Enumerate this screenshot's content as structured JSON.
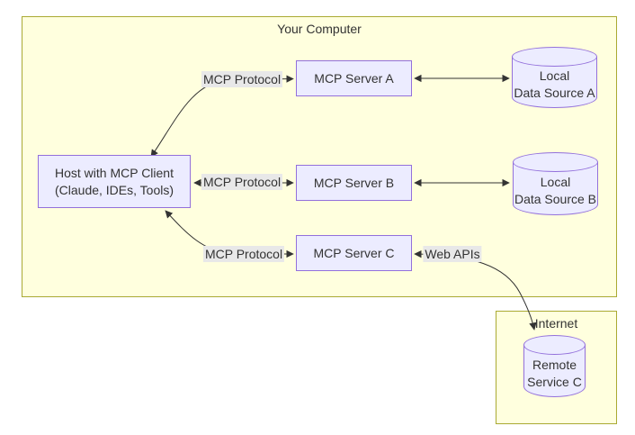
{
  "diagram": {
    "type": "flowchart",
    "clusters": {
      "your_computer": {
        "title": "Your Computer"
      },
      "internet": {
        "title": "Internet"
      }
    },
    "nodes": {
      "host": {
        "line1": "Host with MCP Client",
        "line2": "(Claude, IDEs, Tools)"
      },
      "server_a": {
        "label": "MCP Server A"
      },
      "server_b": {
        "label": "MCP Server B"
      },
      "server_c": {
        "label": "MCP Server C"
      },
      "data_source_a": {
        "line1": "Local",
        "line2": "Data Source A"
      },
      "data_source_b": {
        "line1": "Local",
        "line2": "Data Source B"
      },
      "remote_service_c": {
        "line1": "Remote",
        "line2": "Service C"
      }
    },
    "edge_labels": {
      "mcp_a": "MCP Protocol",
      "mcp_b": "MCP Protocol",
      "mcp_c": "MCP Protocol",
      "web_apis": "Web APIs"
    },
    "edges": [
      {
        "from": "host",
        "to": "server_a",
        "label": "MCP Protocol",
        "bidirectional": true
      },
      {
        "from": "server_a",
        "to": "data_source_a",
        "label": "",
        "bidirectional": true
      },
      {
        "from": "host",
        "to": "server_b",
        "label": "MCP Protocol",
        "bidirectional": true
      },
      {
        "from": "server_b",
        "to": "data_source_b",
        "label": "",
        "bidirectional": true
      },
      {
        "from": "host",
        "to": "server_c",
        "label": "MCP Protocol",
        "bidirectional": true
      },
      {
        "from": "server_c",
        "to": "remote_service_c",
        "label": "Web APIs",
        "bidirectional": true
      }
    ],
    "colors": {
      "cluster_fill": "#ffffde",
      "cluster_border": "#aaaa33",
      "node_fill": "#ECECFF",
      "node_border": "#9370DB",
      "edge_stroke": "#333333",
      "edge_label_bg": "#e8e8e8",
      "text": "#333333"
    }
  }
}
